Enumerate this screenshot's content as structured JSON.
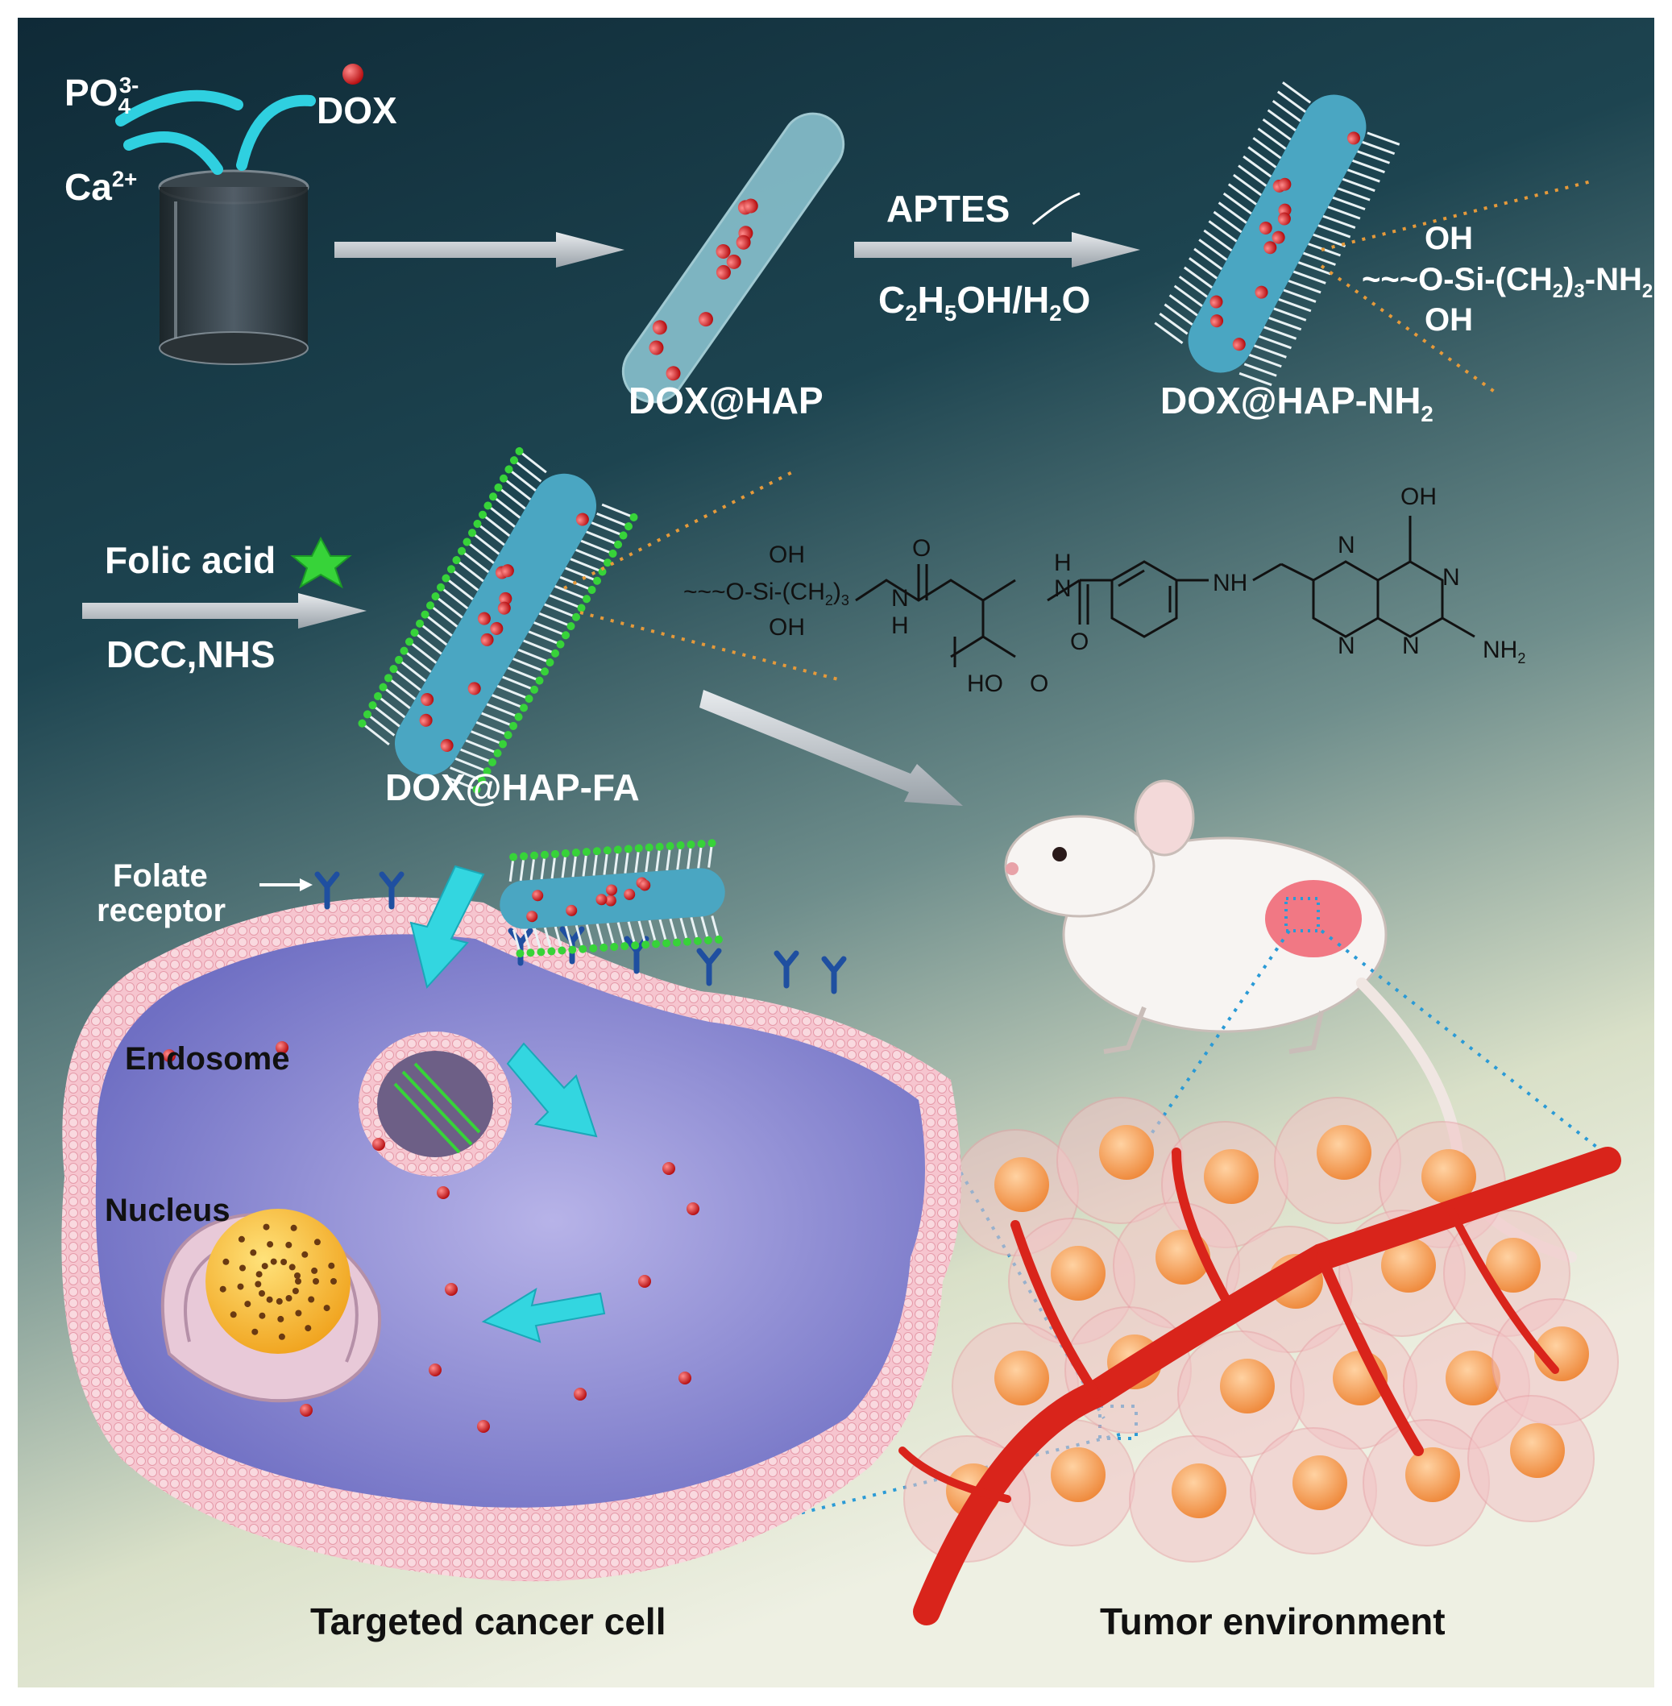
{
  "colors": {
    "bg_top": "#0f2a37",
    "bg_mid": "#2c5661",
    "bg_bottom": "#e3e8d2",
    "arrow": "#c6ccd2",
    "cyan_arrow": "#33d6e0",
    "membrane": "#f3b6c2",
    "cytoplasm": "#8e8ed6",
    "vessel": "#d9241b",
    "cell_orange": "#f39a4e",
    "dox": "#c91b1b",
    "fa_green": "#37d339",
    "receptor": "#1f4fa0",
    "leader_orange": "#e69a3a",
    "leader_blue": "#2a9ad6"
  },
  "step1": {
    "phosphate": "PO",
    "phosphate_sub": "4",
    "phosphate_sup": "3-",
    "calcium": "Ca",
    "calcium_sup": "2+",
    "dox": "DOX"
  },
  "step2": {
    "product": "DOX@HAP",
    "reagent": "APTES",
    "solvent_a": "C",
    "solvent_a_sub": "2",
    "solvent_b": "H",
    "solvent_b_sub": "5",
    "solvent_c": "OH/H",
    "solvent_c_sub": "2",
    "solvent_d": "O"
  },
  "step3": {
    "product": "DOX@HAP-NH",
    "product_sub": "2",
    "formula_oh_top": "OH",
    "formula_main": "~~~O-Si-(CH",
    "formula_main_sub": "2",
    "formula_tail": ")",
    "formula_tail_sub": "3",
    "formula_end": "-NH",
    "formula_end_sub": "2",
    "formula_oh_bottom": "OH"
  },
  "step4": {
    "reagent": "Folic acid",
    "catalyst": "DCC,NHS",
    "product": "DOX@HAP-FA",
    "chain_oh_top": "OH",
    "chain_main": "~~~O-Si-(CH",
    "chain_sub": "2",
    "chain_tail": ")",
    "chain_tail_sub": "3",
    "chain_oh_bottom": "OH",
    "atom_n1": "N",
    "atom_h1": "H",
    "atom_o1": "O",
    "atom_h2": "H",
    "atom_n2": "N",
    "atom_o2": "O",
    "atom_nh": "NH",
    "atom_oh_top": "OH",
    "atom_n3": "N",
    "atom_n4": "N",
    "atom_n5": "N",
    "atom_n6": "N",
    "atom_nh2": "NH",
    "atom_nh2_sub": "2",
    "atom_ho": "HO",
    "atom_o3": "O"
  },
  "cell": {
    "receptor_label_1": "Folate",
    "receptor_label_2": "receptor",
    "endosome": "Endosome",
    "nucleus": "Nucleus",
    "caption": "Targeted cancer cell"
  },
  "tumor": {
    "caption": "Tumor environment"
  }
}
